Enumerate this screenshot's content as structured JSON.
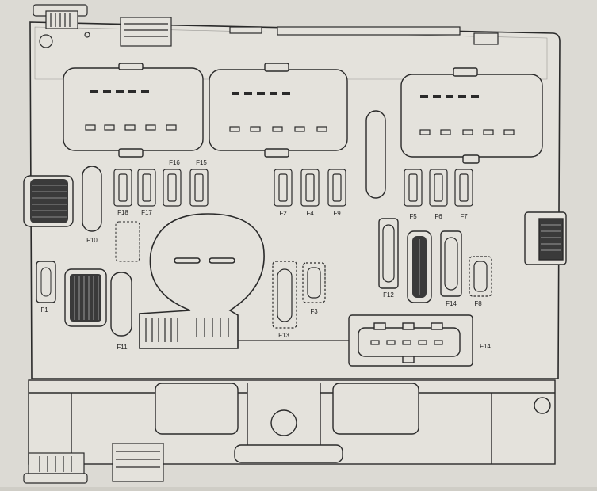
{
  "diagram": {
    "colors": {
      "paper": "#dcdad4",
      "box": "#e4e2dc",
      "line": "#2a2a2a",
      "relay_dark": "#3a3a3a"
    },
    "fuses": {
      "F1": "F1",
      "F2": "F2",
      "F3": "F3",
      "F4": "F4",
      "F5": "F5",
      "F6": "F6",
      "F7": "F7",
      "F8": "F8",
      "F9": "F9",
      "F10": "F10",
      "F11": "F11",
      "F12": "F12",
      "F13": "F13",
      "F14_upper": "F14",
      "F14_lower": "F14",
      "F15": "F15",
      "F16": "F16",
      "F17": "F17",
      "F18": "F18"
    }
  }
}
